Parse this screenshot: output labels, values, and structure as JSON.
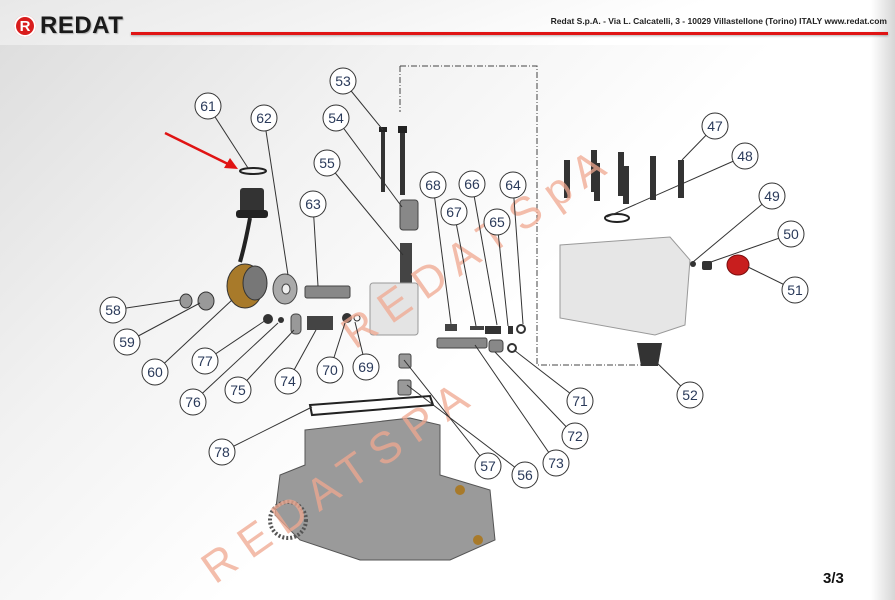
{
  "header": {
    "logo_mark": "R",
    "brand": "REDAT",
    "address": "Redat S.p.A. - Via L. Calcatelli, 3  - 10029 Villastellone  (Torino) ITALY www.redat.com"
  },
  "diagram": {
    "title": "Exploded parts view - high pressure oil pump",
    "watermark": "REDAT SPA",
    "highlight": {
      "part": "61",
      "indicator": "red-arrow"
    },
    "callouts": [
      "47",
      "48",
      "49",
      "50",
      "51",
      "52",
      "53",
      "54",
      "55",
      "56",
      "57",
      "58",
      "59",
      "60",
      "61",
      "62",
      "63",
      "64",
      "65",
      "66",
      "67",
      "68",
      "69",
      "70",
      "71",
      "72",
      "73",
      "74",
      "75",
      "76",
      "77",
      "78"
    ]
  },
  "footer": {
    "page": "3/3"
  },
  "colors": {
    "brand_red": "#e01414",
    "accent_part": "#c81e1e",
    "bronze_part": "#a87a2a"
  }
}
